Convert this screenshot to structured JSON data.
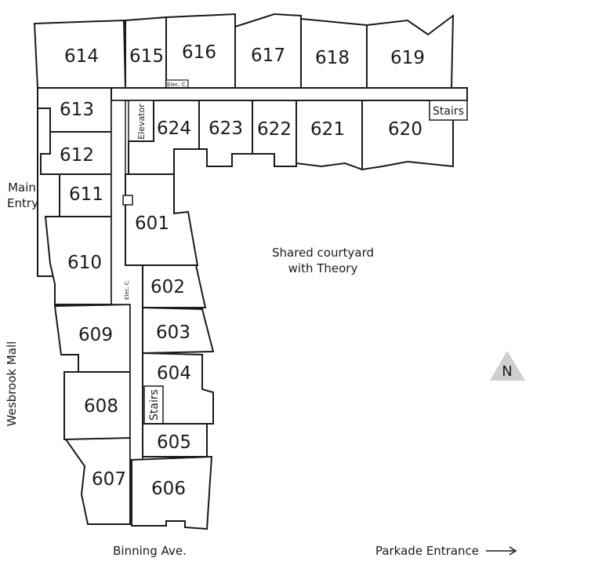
{
  "units": [
    "614",
    "615",
    "616",
    "617",
    "618",
    "619",
    "613",
    "624",
    "623",
    "622",
    "621",
    "620",
    "612",
    "611",
    "601",
    "610",
    "602",
    "609",
    "603",
    "604",
    "608",
    "605",
    "607",
    "606"
  ],
  "service_labels": {
    "elec_top": "Elec. C.",
    "elec_mid": "Elec. C.",
    "elevator": "Elevator",
    "stairs_top": "Stairs",
    "stairs_bottom": "Stairs"
  },
  "streets": {
    "main_entry_line1": "Main",
    "main_entry_line2": "Entry",
    "wesbrook": "Wesbrook Mall",
    "binning": "Binning Ave.",
    "parkade": "Parkade Entrance"
  },
  "courtyard": {
    "line1": "Shared courtyard",
    "line2": "with Theory"
  },
  "compass": {
    "label": "N",
    "color": "#cfcfcf"
  }
}
